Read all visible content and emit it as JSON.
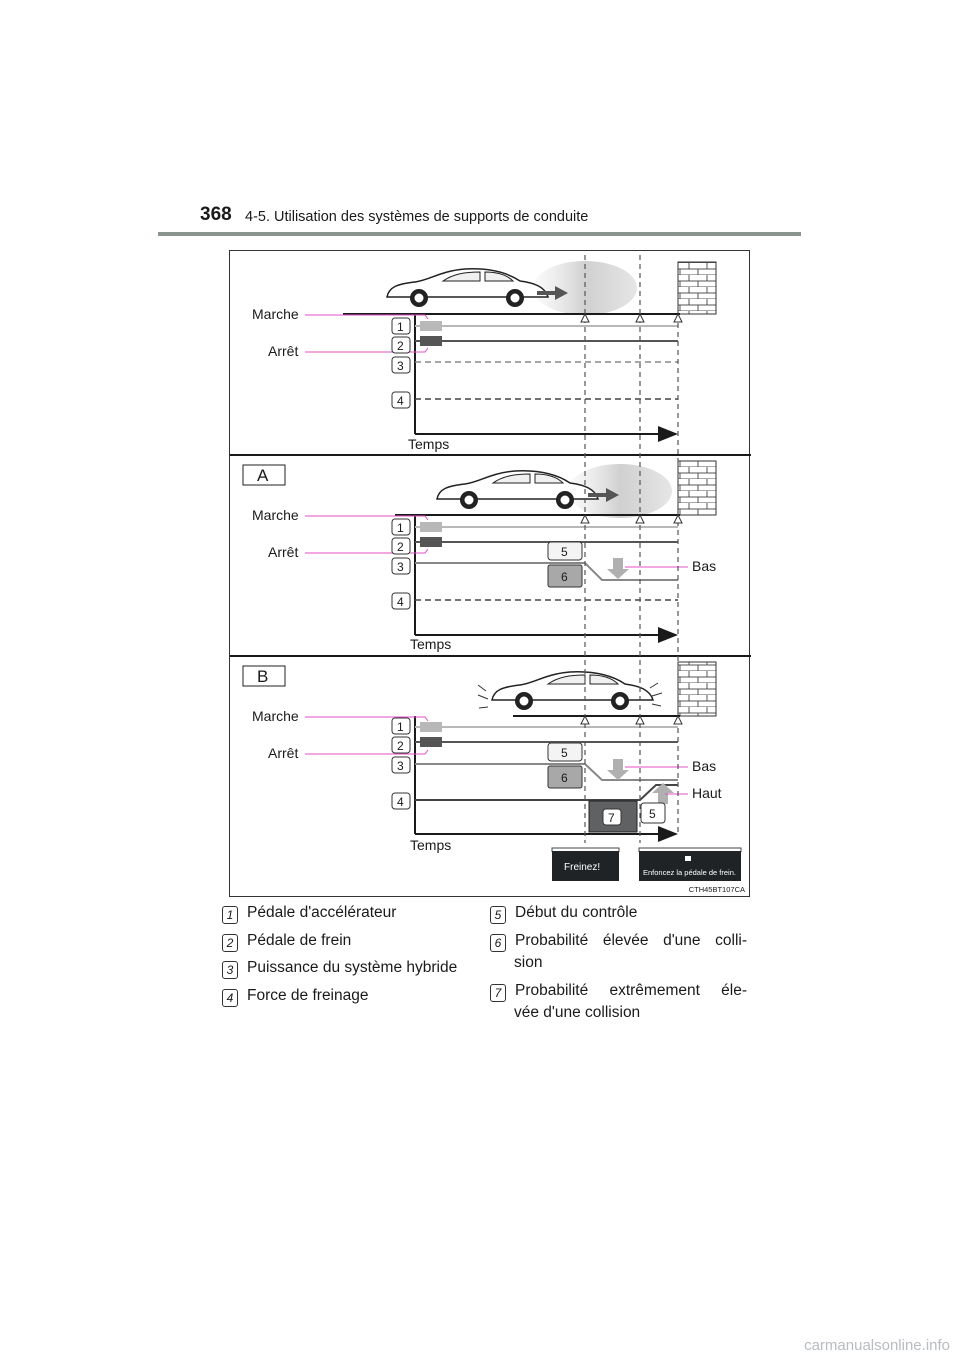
{
  "header": {
    "page_number": "368",
    "section_title": "4-5. Utilisation des systèmes de supports de conduite"
  },
  "figure": {
    "code": "CTH45BT107CA",
    "labels": {
      "marche": "Marche",
      "arret": "Arrêt",
      "temps": "Temps",
      "bas": "Bas",
      "haut": "Haut"
    },
    "panel_labels": {
      "a": "A",
      "b": "B"
    },
    "markers": [
      "1",
      "2",
      "3",
      "4",
      "5",
      "6",
      "7"
    ],
    "display_freinez": "Freinez!",
    "display_enfoncez": "Enfoncez la pédale de frein."
  },
  "legend": {
    "left": [
      {
        "num": "1",
        "text": "Pédale d'accélérateur"
      },
      {
        "num": "2",
        "text": "Pédale de frein"
      },
      {
        "num": "3",
        "text": "Puissance du système hybride"
      },
      {
        "num": "4",
        "text": "Force de freinage"
      }
    ],
    "right": [
      {
        "num": "5",
        "text": "Début du contrôle"
      },
      {
        "num": "6",
        "text_line1": "Probabilité élevée d'une colli-",
        "text_line2": "sion"
      },
      {
        "num": "7",
        "text_line1": "Probabilité extrêmement éle-",
        "text_line2": "vée d'une collision"
      }
    ]
  },
  "footer": {
    "watermark": "carmanualsonline.info"
  }
}
